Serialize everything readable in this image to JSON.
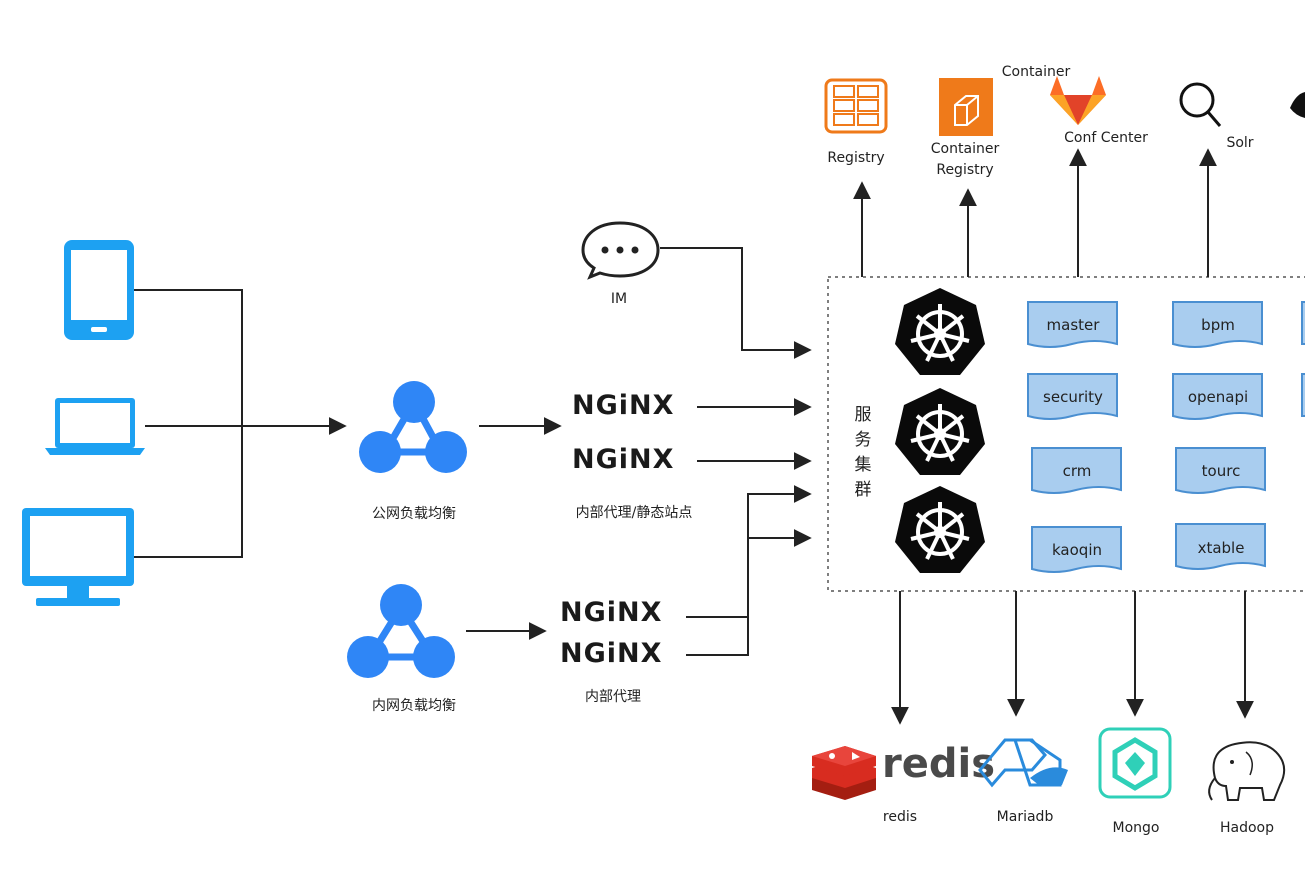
{
  "clients": [
    "phone",
    "laptop",
    "desktop"
  ],
  "load_balancers": {
    "public": "公网负载均衡",
    "internal": "内网负载均衡"
  },
  "proxies": {
    "nginx_word": "NGiNX",
    "public_caption": "内部代理/静态站点",
    "internal_caption": "内部代理"
  },
  "im": {
    "label": "IM"
  },
  "cluster": {
    "title_chars": [
      "服",
      "务",
      "集",
      "群"
    ],
    "services_left": [
      "master",
      "security",
      "crm",
      "kaoqin"
    ],
    "services_right": [
      "bpm",
      "openapi",
      "tourc",
      "xtable"
    ]
  },
  "top_services": {
    "registry": "Registry",
    "container_registry_line1": "Container",
    "container_registry_line2": "Registry",
    "container_header": "Container",
    "conf_center": "Conf Center",
    "solr": "Solr"
  },
  "data_stores": {
    "redis_logo_word": "redis",
    "redis": "redis",
    "mariadb": "Mariadb",
    "mongo": "Mongo",
    "hadoop": "Hadoop"
  },
  "colors": {
    "blue_icon": "#1da1f2",
    "lb_blue": "#2f86f6",
    "service_fill": "#a9cdef",
    "service_stroke": "#4a8fd1",
    "registry_orange": "#ef7a1a",
    "gitlab_orange": "#fc6d26",
    "redis_red": "#d82c20",
    "mongo_teal": "#2fd0b8",
    "mariadb_blue": "#2a8bdc"
  }
}
